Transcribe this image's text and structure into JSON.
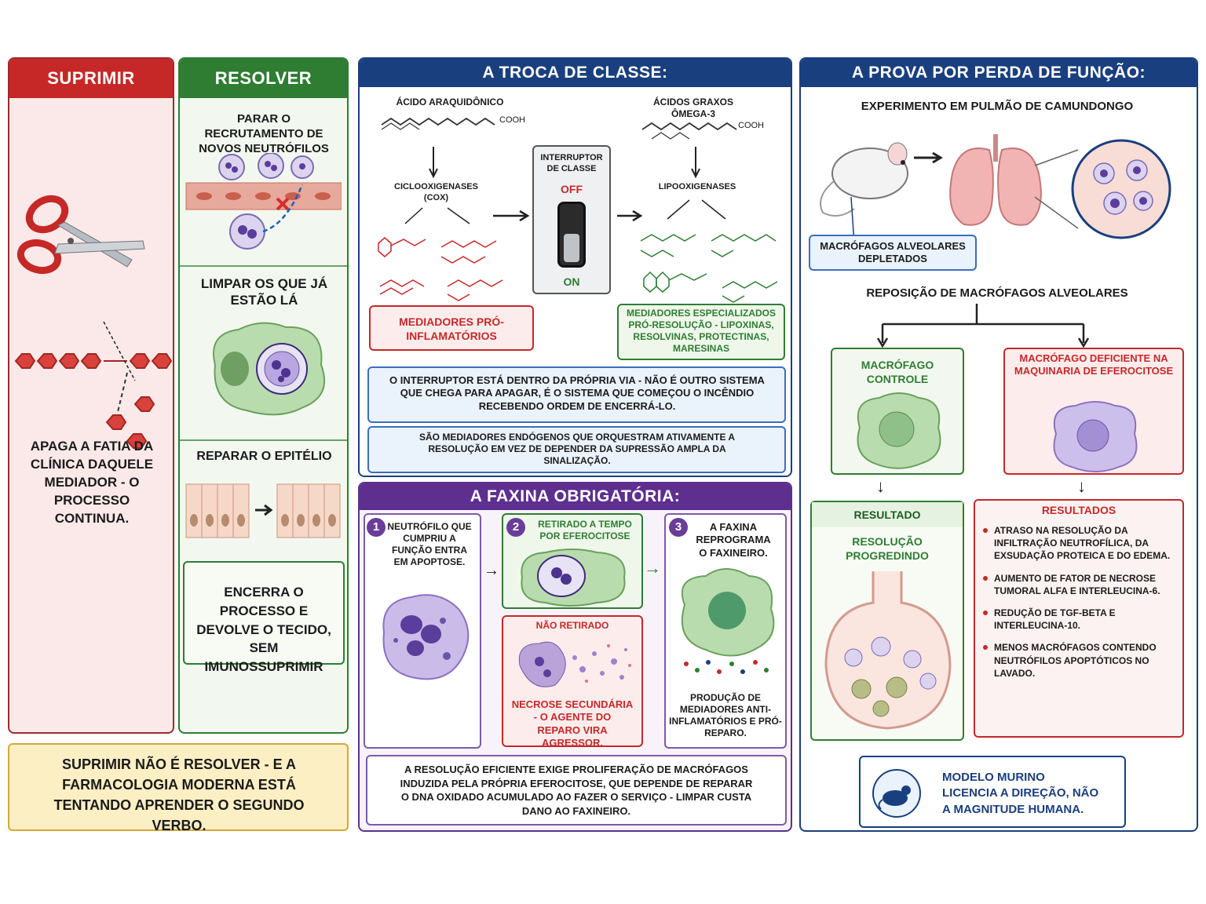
{
  "suprimir": {
    "header": "SUPRIMIR",
    "text": "APAGA A FATIA DA CLÍNICA DAQUELE MEDIADOR - O PROCESSO CONTINUA."
  },
  "resolver": {
    "header": "RESOLVER",
    "step1": "PARAR O RECRUTAMENTO DE NOVOS NEUTRÓFILOS",
    "step2": "LIMPAR OS QUE JÁ ESTÃO LÁ",
    "step3": "REPARAR O EPITÉLIO",
    "summary": "ENCERRA O PROCESSO E DEVOLVE O TECIDO, SEM IMUNOSSUPRIMIR"
  },
  "bottom_note": "SUPRIMIR NÃO É RESOLVER - E A FARMACOLOGIA MODERNA ESTÁ TENTANDO APRENDER O SEGUNDO VERBO.",
  "troca": {
    "header": "A TROCA DE CLASSE:",
    "acid_left": "ÁCIDO ARAQUIDÔNICO",
    "acid_right": "ÁCIDOS GRAXOS ÔMEGA-3",
    "cooh": "COOH",
    "enzyme_left": "CICLOOXIGENASES (COX)",
    "enzyme_right": "LIPOOXIGENASES",
    "switch_label": "INTERRUPTOR DE CLASSE",
    "off": "OFF",
    "on": "ON",
    "pro_inflam": "MEDIADORES PRÓ-INFLAMATÓRIOS",
    "pro_resol": "MEDIADORES ESPECIALIZADOS PRÓ-RESOLUÇÃO - LIPOXINAS, RESOLVINAS, PROTECTINAS, MARESINAS",
    "note1": "O INTERRUPTOR ESTÁ DENTRO DA PRÓPRIA VIA - NÃO É OUTRO SISTEMA QUE CHEGA PARA APAGAR, É O SISTEMA QUE COMEÇOU O INCÊNDIO RECEBENDO ORDEM DE ENCERRÁ-LO.",
    "note2": "SÃO MEDIADORES ENDÓGENOS QUE ORQUESTRAM ATIVAMENTE A RESOLUÇÃO EM VEZ DE DEPENDER DA SUPRESSÃO AMPLA DA SINALIZAÇÃO."
  },
  "faxina": {
    "header": "A FAXINA OBRIGATÓRIA:",
    "n1": "1",
    "n2": "2",
    "n3": "3",
    "step1": "NEUTRÓFILO QUE CUMPRIU A FUNÇÃO ENTRA EM APOPTOSE.",
    "step2": "RETIRADO A TEMPO POR EFEROCITOSE",
    "not_removed": "NÃO RETIRADO",
    "necrosis": "NECROSE SECUNDÁRIA - O AGENTE DO REPARO VIRA AGRESSOR.",
    "step3": "A FAXINA REPROGRAMA O FAXINEIRO.",
    "production": "PRODUÇÃO DE MEDIADORES ANTI-INFLAMATÓRIOS E PRÓ-REPARO.",
    "note": "A RESOLUÇÃO EFICIENTE EXIGE PROLIFERAÇÃO DE MACRÓFAGOS INDUZIDA PELA PRÓPRIA EFEROCITOSE, QUE DEPENDE DE REPARAR O DNA OXIDADO ACUMULADO AO FAZER O SERVIÇO - LIMPAR CUSTA DANO AO FAXINEIRO."
  },
  "prova": {
    "header": "A PROVA POR PERDA DE FUNÇÃO:",
    "experiment": "EXPERIMENTO EM PULMÃO DE CAMUNDONGO",
    "depleted": "MACRÓFAGOS ALVEOLARES DEPLETADOS",
    "reposition": "REPOSIÇÃO DE MACRÓFAGOS ALVEOLARES",
    "control": "MACRÓFAGO CONTROLE",
    "deficient": "MACRÓFAGO DEFICIENTE NA MAQUINARIA DE EFEROCITOSE",
    "result_label": "RESULTADO",
    "result_text": "RESOLUÇÃO PROGREDINDO",
    "results_label": "RESULTADOS",
    "results": [
      "ATRASO NA RESOLUÇÃO DA INFILTRAÇÃO NEUTROFÍLICA, DA EXSUDAÇÃO PROTEICA E DO EDEMA.",
      "AUMENTO DE FATOR DE NECROSE TUMORAL ALFA E INTERLEUCINA-6.",
      "REDUÇÃO DE TGF-BETA E INTERLEUCINA-10.",
      "MENOS MACRÓFAGOS CONTENDO NEUTRÓFILOS APOPTÓTICOS NO LAVADO."
    ],
    "murine": "MODELO MURINO LICENCIA A DIREÇÃO, NÃO A MAGNITUDE HUMANA."
  },
  "colors": {
    "red": "#c62828",
    "green": "#2e7d32",
    "blue": "#1a3f7e",
    "purple": "#5e2f8f",
    "yellow": "#fcefc4"
  }
}
